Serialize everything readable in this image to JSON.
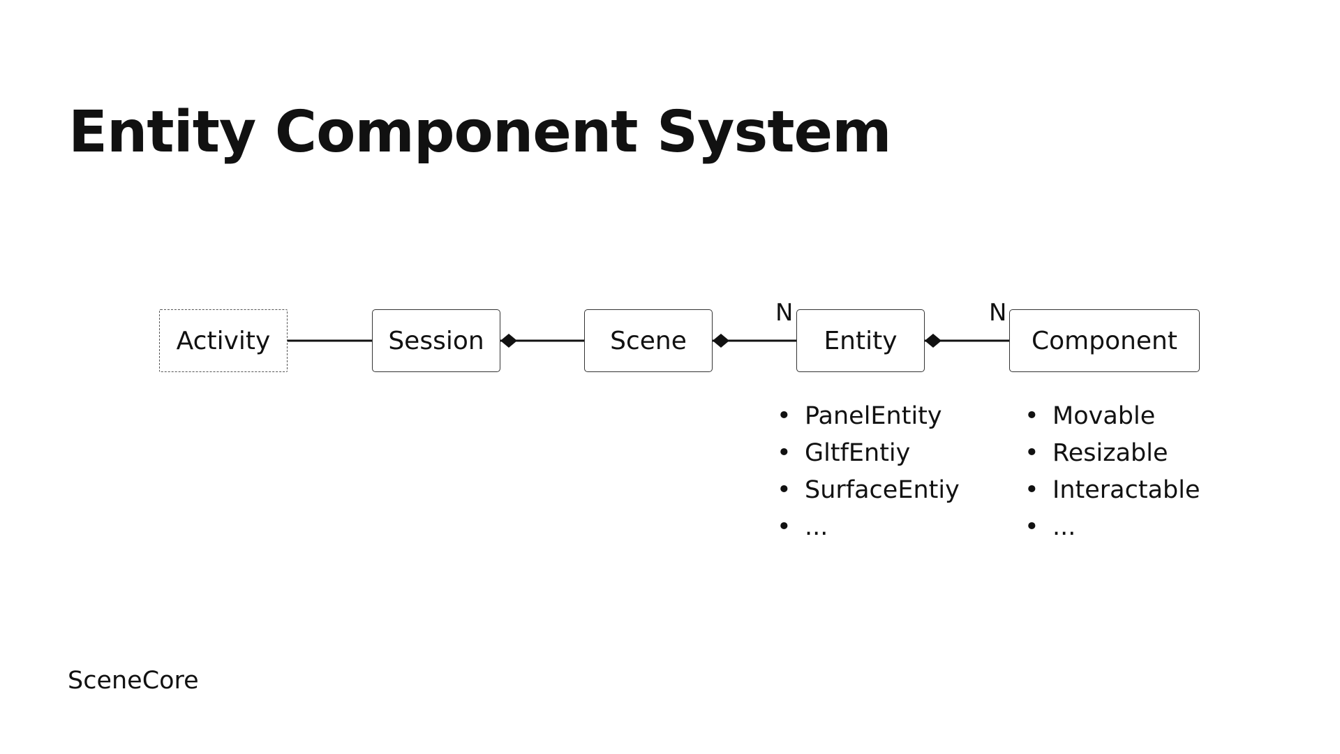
{
  "title": "Entity Component System",
  "footer": "SceneCore",
  "diagram": {
    "nodes": {
      "activity": "Activity",
      "session": "Session",
      "scene": "Scene",
      "entity": "Entity",
      "component": "Component"
    },
    "multiplicities": {
      "entity": "N",
      "component": "N"
    },
    "entity_types": [
      "PanelEntity",
      "GltfEntiy",
      "SurfaceEntiy",
      "..."
    ],
    "component_types": [
      "Movable",
      "Resizable",
      "Interactable",
      "..."
    ],
    "colors": {
      "text": "#111111",
      "line": "#111111",
      "box_border": "#333333"
    }
  }
}
